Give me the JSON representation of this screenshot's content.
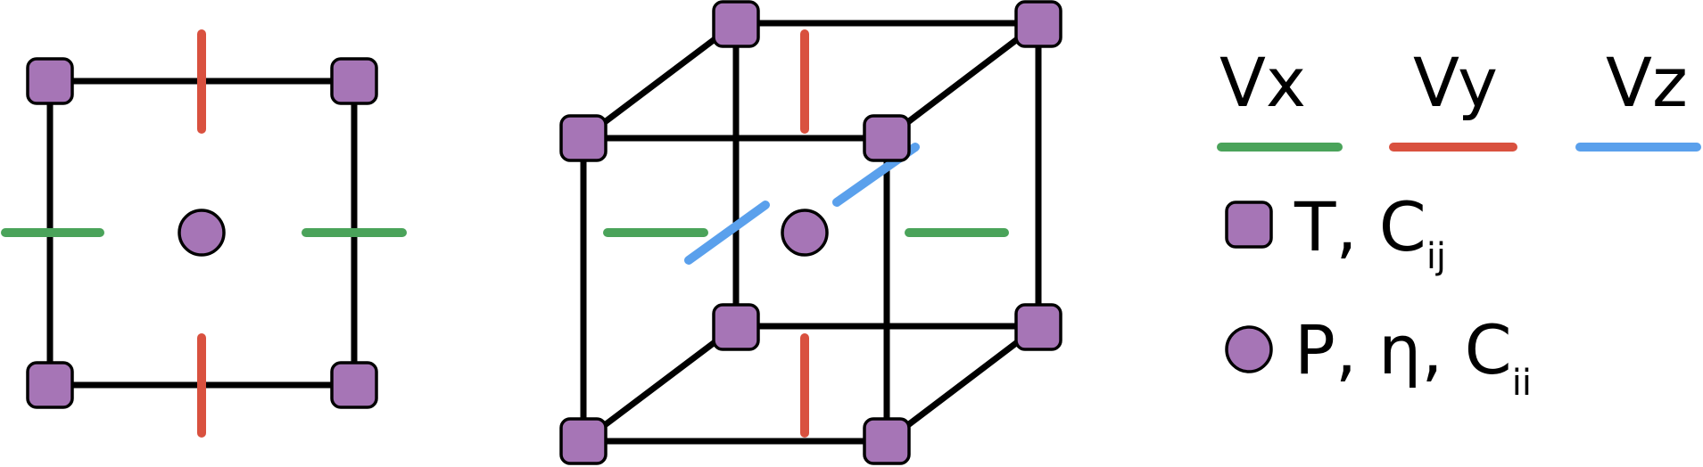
{
  "colors": {
    "node_fill": "#a675b6",
    "node_stroke": "#000000",
    "frame": "#000000",
    "vx": "#4aa35a",
    "vy": "#d9513f",
    "vz": "#5aa0ec"
  },
  "legend": {
    "vx_label": "Vx",
    "vy_label": "Vy",
    "vz_label": "Vz",
    "square_label_main": "T, C",
    "square_label_sub": "ij",
    "circle_label_main": "P, η, C",
    "circle_label_sub": "ii"
  },
  "icons": {
    "square_node": "rounded-square-node-icon",
    "circle_node": "circle-node-icon"
  }
}
